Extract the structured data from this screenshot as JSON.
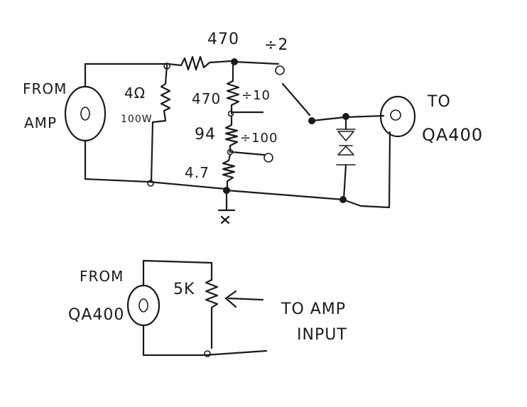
{
  "labels": {
    "from_amp_1": "FROM",
    "from_amp_2": "AMP",
    "to_qa400_1": "TO",
    "to_qa400_2": "QA400",
    "r_load": "4Ω",
    "r_load_power": "100W",
    "r_series": "470",
    "r_div_1": "470",
    "r_div_2": "94",
    "r_div_3": "4.7",
    "tap_div2": "÷2",
    "tap_div10": "÷10",
    "tap_div100": "÷100",
    "from_qa400_1": "FROM",
    "from_qa400_2": "QA400",
    "pot": "5K",
    "to_amp_input_1": "TO AMP",
    "to_amp_input_2": "INPUT"
  }
}
